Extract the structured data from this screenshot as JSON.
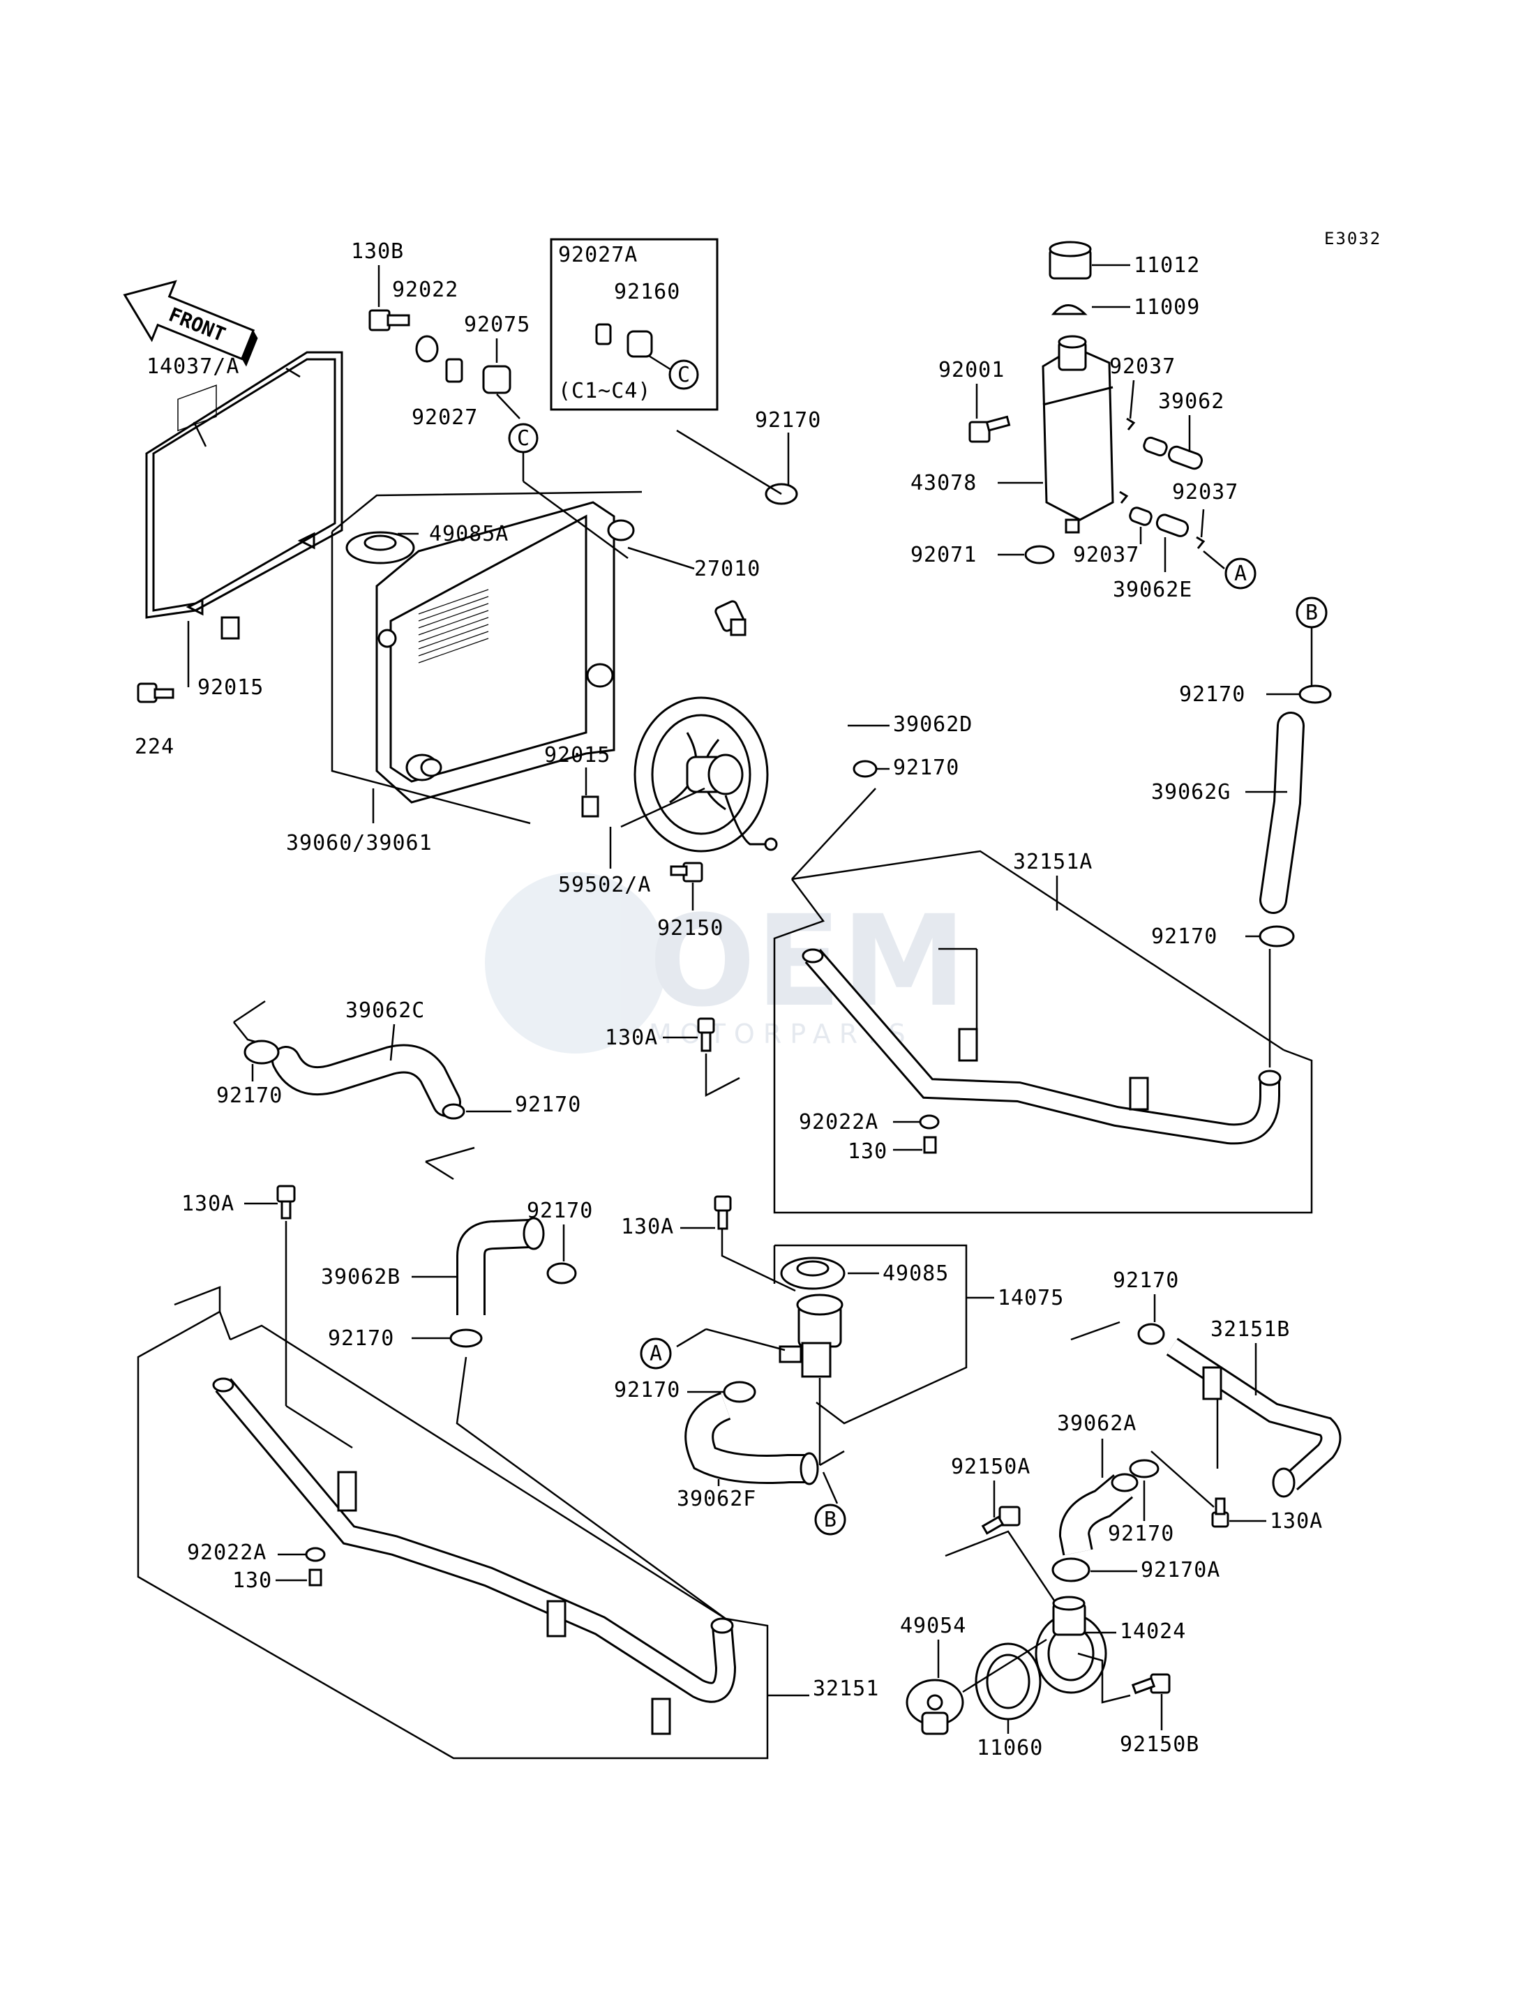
{
  "diagram_code": "E3032",
  "front_label": "FRONT",
  "watermark": {
    "brand": "OEM",
    "sub": "MOTORPARTS"
  },
  "inset_note": "(C1~C4)",
  "ref_markers": {
    "a": "A",
    "b": "B",
    "c": "C"
  },
  "labels": {
    "p11012": "11012",
    "p11009": "11009",
    "p92037a": "92037",
    "p92001": "92001",
    "p39062": "39062",
    "p43078": "43078",
    "p92037b": "92037",
    "p92071": "92071",
    "p92037c": "92037",
    "p39062e": "39062E",
    "p92170a": "92170",
    "p39062g": "39062G",
    "p92170b": "92170",
    "p32151a": "32151A",
    "p130b": "130B",
    "p92022": "92022",
    "p92075": "92075",
    "p92027": "92027",
    "p92027a": "92027A",
    "p92160": "92160",
    "p92170c": "92170",
    "p14037a": "14037/A",
    "p49085a": "49085A",
    "p27010": "27010",
    "p92015a": "92015",
    "p224": "224",
    "p39062d": "39062D",
    "p92170d": "92170",
    "p92015b": "92015",
    "p39060": "39060/39061",
    "p59502": "59502/A",
    "p92150": "92150",
    "p39062c": "39062C",
    "p92170e": "92170",
    "p92170f": "92170",
    "p130a1": "130A",
    "p92022a1": "92022A",
    "p130_1": "130",
    "p130a2": "130A",
    "p92170g": "92170",
    "p39062b": "39062B",
    "p92170h": "92170",
    "p130a3": "130A",
    "p49085": "49085",
    "p14075": "14075",
    "p92170i": "92170",
    "p92170j": "92170",
    "p32151b": "32151B",
    "p39062f": "39062F",
    "p39062a": "39062A",
    "p92150a": "92150A",
    "p92170k": "92170",
    "p130a4": "130A",
    "p92022a2": "92022A",
    "p130_2": "130",
    "p92170a2": "92170A",
    "p49054": "49054",
    "p14024": "14024",
    "p32151": "32151",
    "p11060": "11060",
    "p92150b": "92150B"
  }
}
